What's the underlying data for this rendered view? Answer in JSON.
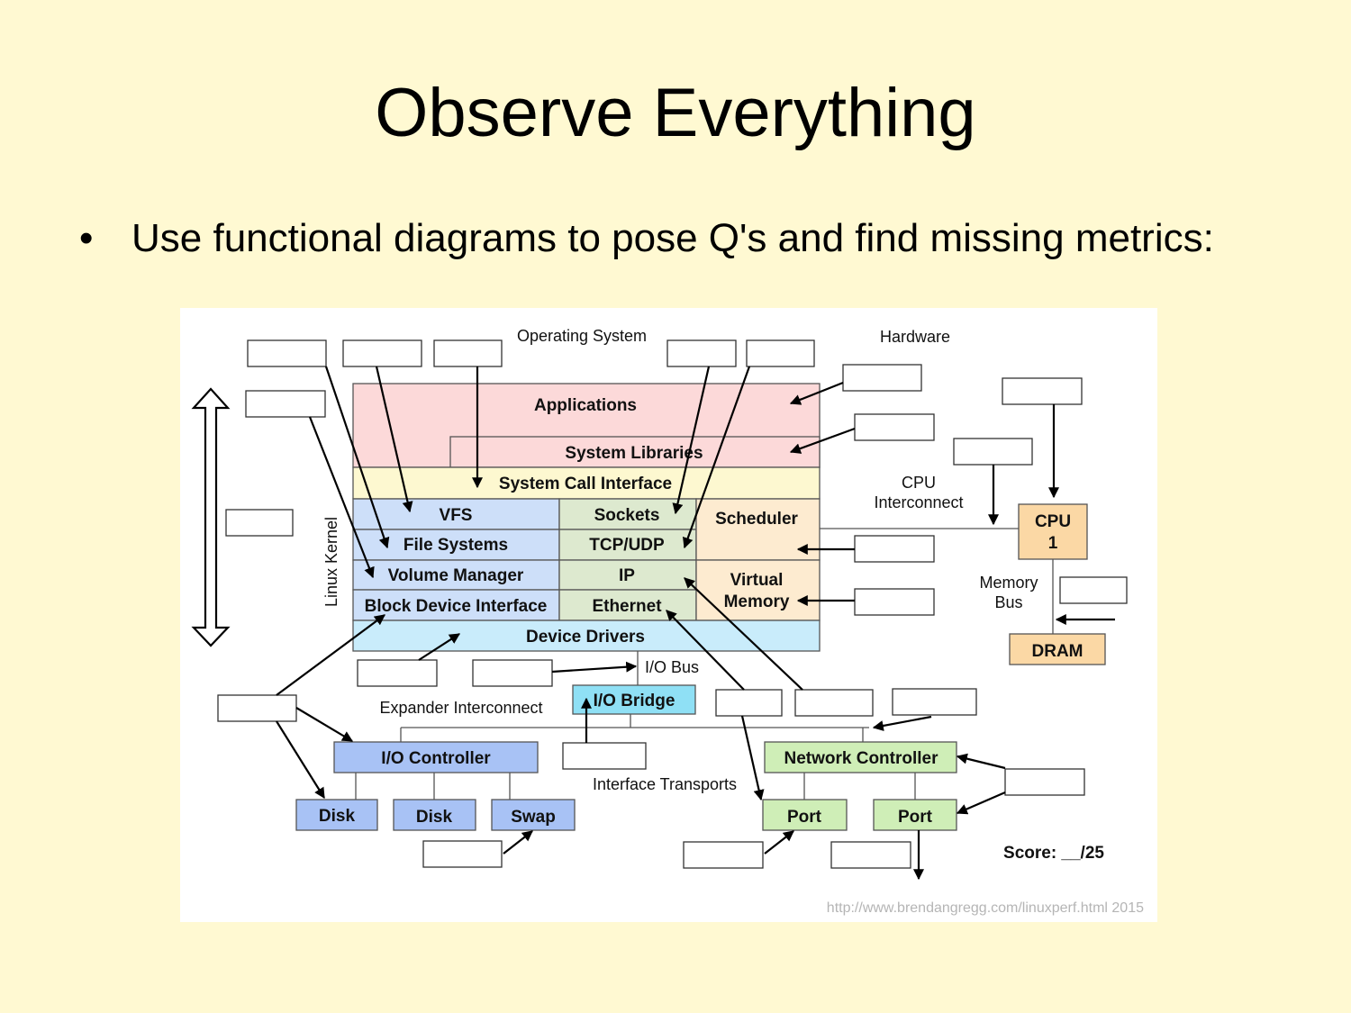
{
  "slide": {
    "title": "Observe Everything",
    "bullet_marker": "•",
    "bullet": "Use functional diagrams to pose Q's and find missing metrics:"
  },
  "diagram": {
    "labels": {
      "operating_system": "Operating System",
      "hardware": "Hardware",
      "linux_kernel": "Linux Kernel",
      "cpu_interconnect_1": "CPU",
      "cpu_interconnect_2": "Interconnect",
      "memory_bus_1": "Memory",
      "memory_bus_2": "Bus",
      "io_bus": "I/O Bus",
      "expander_interconnect": "Expander Interconnect",
      "interface_transports": "Interface Transports",
      "score": "Score: __/25",
      "footer": "http://www.brendangregg.com/linuxperf.html 2015"
    },
    "components": {
      "applications": "Applications",
      "system_libraries": "System Libraries",
      "system_call_interface": "System Call Interface",
      "vfs": "VFS",
      "sockets": "Sockets",
      "scheduler": "Scheduler",
      "file_systems": "File Systems",
      "tcp_udp": "TCP/UDP",
      "volume_manager": "Volume Manager",
      "ip": "IP",
      "virtual_memory_1": "Virtual",
      "virtual_memory_2": "Memory",
      "block_device_interface": "Block Device Interface",
      "ethernet": "Ethernet",
      "device_drivers": "Device Drivers",
      "cpu_1": "CPU",
      "cpu_2": "1",
      "dram": "DRAM",
      "io_bridge": "I/O Bridge",
      "io_controller": "I/O Controller",
      "network_controller": "Network Controller",
      "disk_1": "Disk",
      "disk_2": "Disk",
      "swap": "Swap",
      "port_1": "Port",
      "port_2": "Port"
    },
    "colors": {
      "applications": "#fcd9d9",
      "syscall": "#fdf8d0",
      "storage_stack": "#cddff9",
      "network_stack": "#dde9cf",
      "scheduler_vm": "#fdebd0",
      "device_drivers": "#c9ecfb",
      "cpu_dram": "#fbd8a5",
      "io_bridge": "#8fe0f5",
      "io_controller_disks": "#a8c2f5",
      "network_hw": "#cfeeb7"
    }
  }
}
